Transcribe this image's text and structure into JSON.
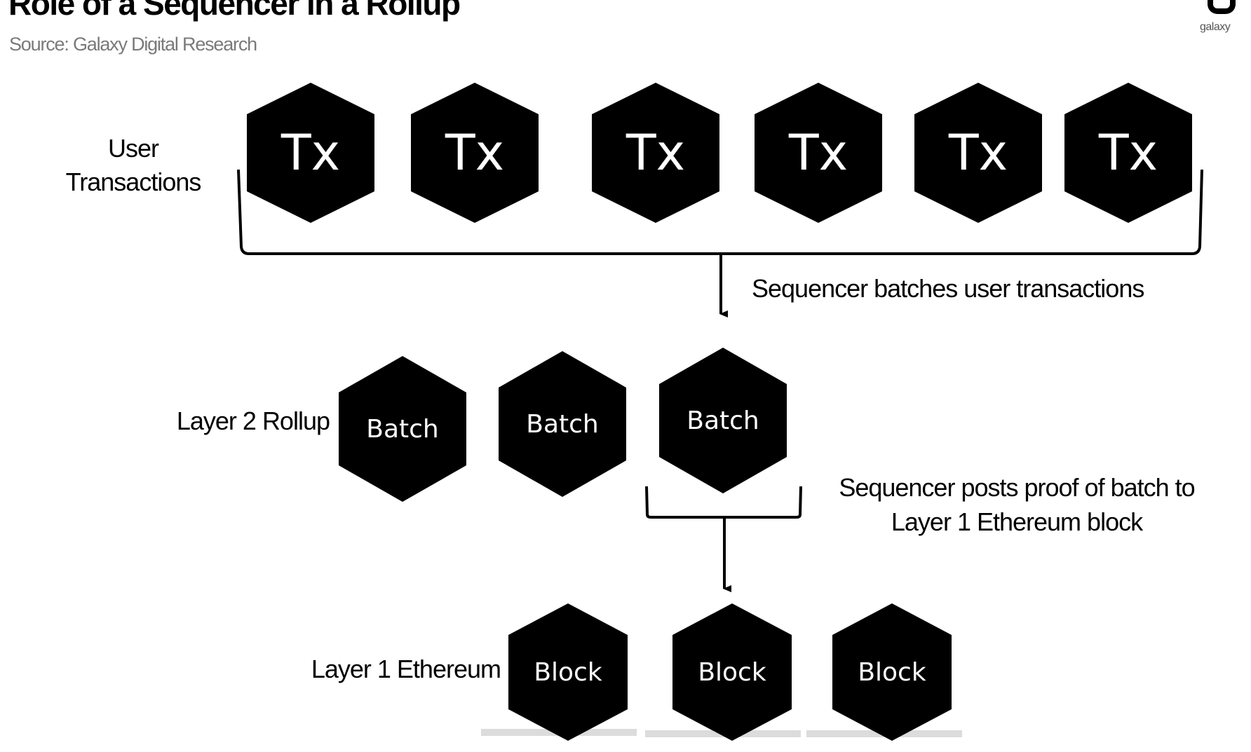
{
  "header": {
    "title": "Role of a Sequencer in a Rollup",
    "subtitle": "Source: Galaxy Digital Research",
    "logo_text": "galaxy"
  },
  "rows": {
    "user_tx": {
      "label_lines": [
        "User",
        "Transactions"
      ],
      "node_label": "Tx",
      "nodes": [
        "Tx",
        "Tx",
        "Tx",
        "Tx",
        "Tx",
        "Tx"
      ]
    },
    "layer2": {
      "label": "Layer 2 Rollup",
      "nodes": [
        "Batch",
        "Batch",
        "Batch"
      ]
    },
    "layer1": {
      "label": "Layer 1 Ethereum",
      "nodes": [
        "Block",
        "Block",
        "Block"
      ]
    }
  },
  "annotations": {
    "batching": "Sequencer batches user transactions",
    "posting_lines": [
      "Sequencer posts proof of batch to",
      "Layer 1 Ethereum block"
    ]
  },
  "colors": {
    "node_fill": "#000000",
    "node_text": "#ffffff",
    "line": "#000000",
    "subtitle": "#7a7a7a"
  }
}
